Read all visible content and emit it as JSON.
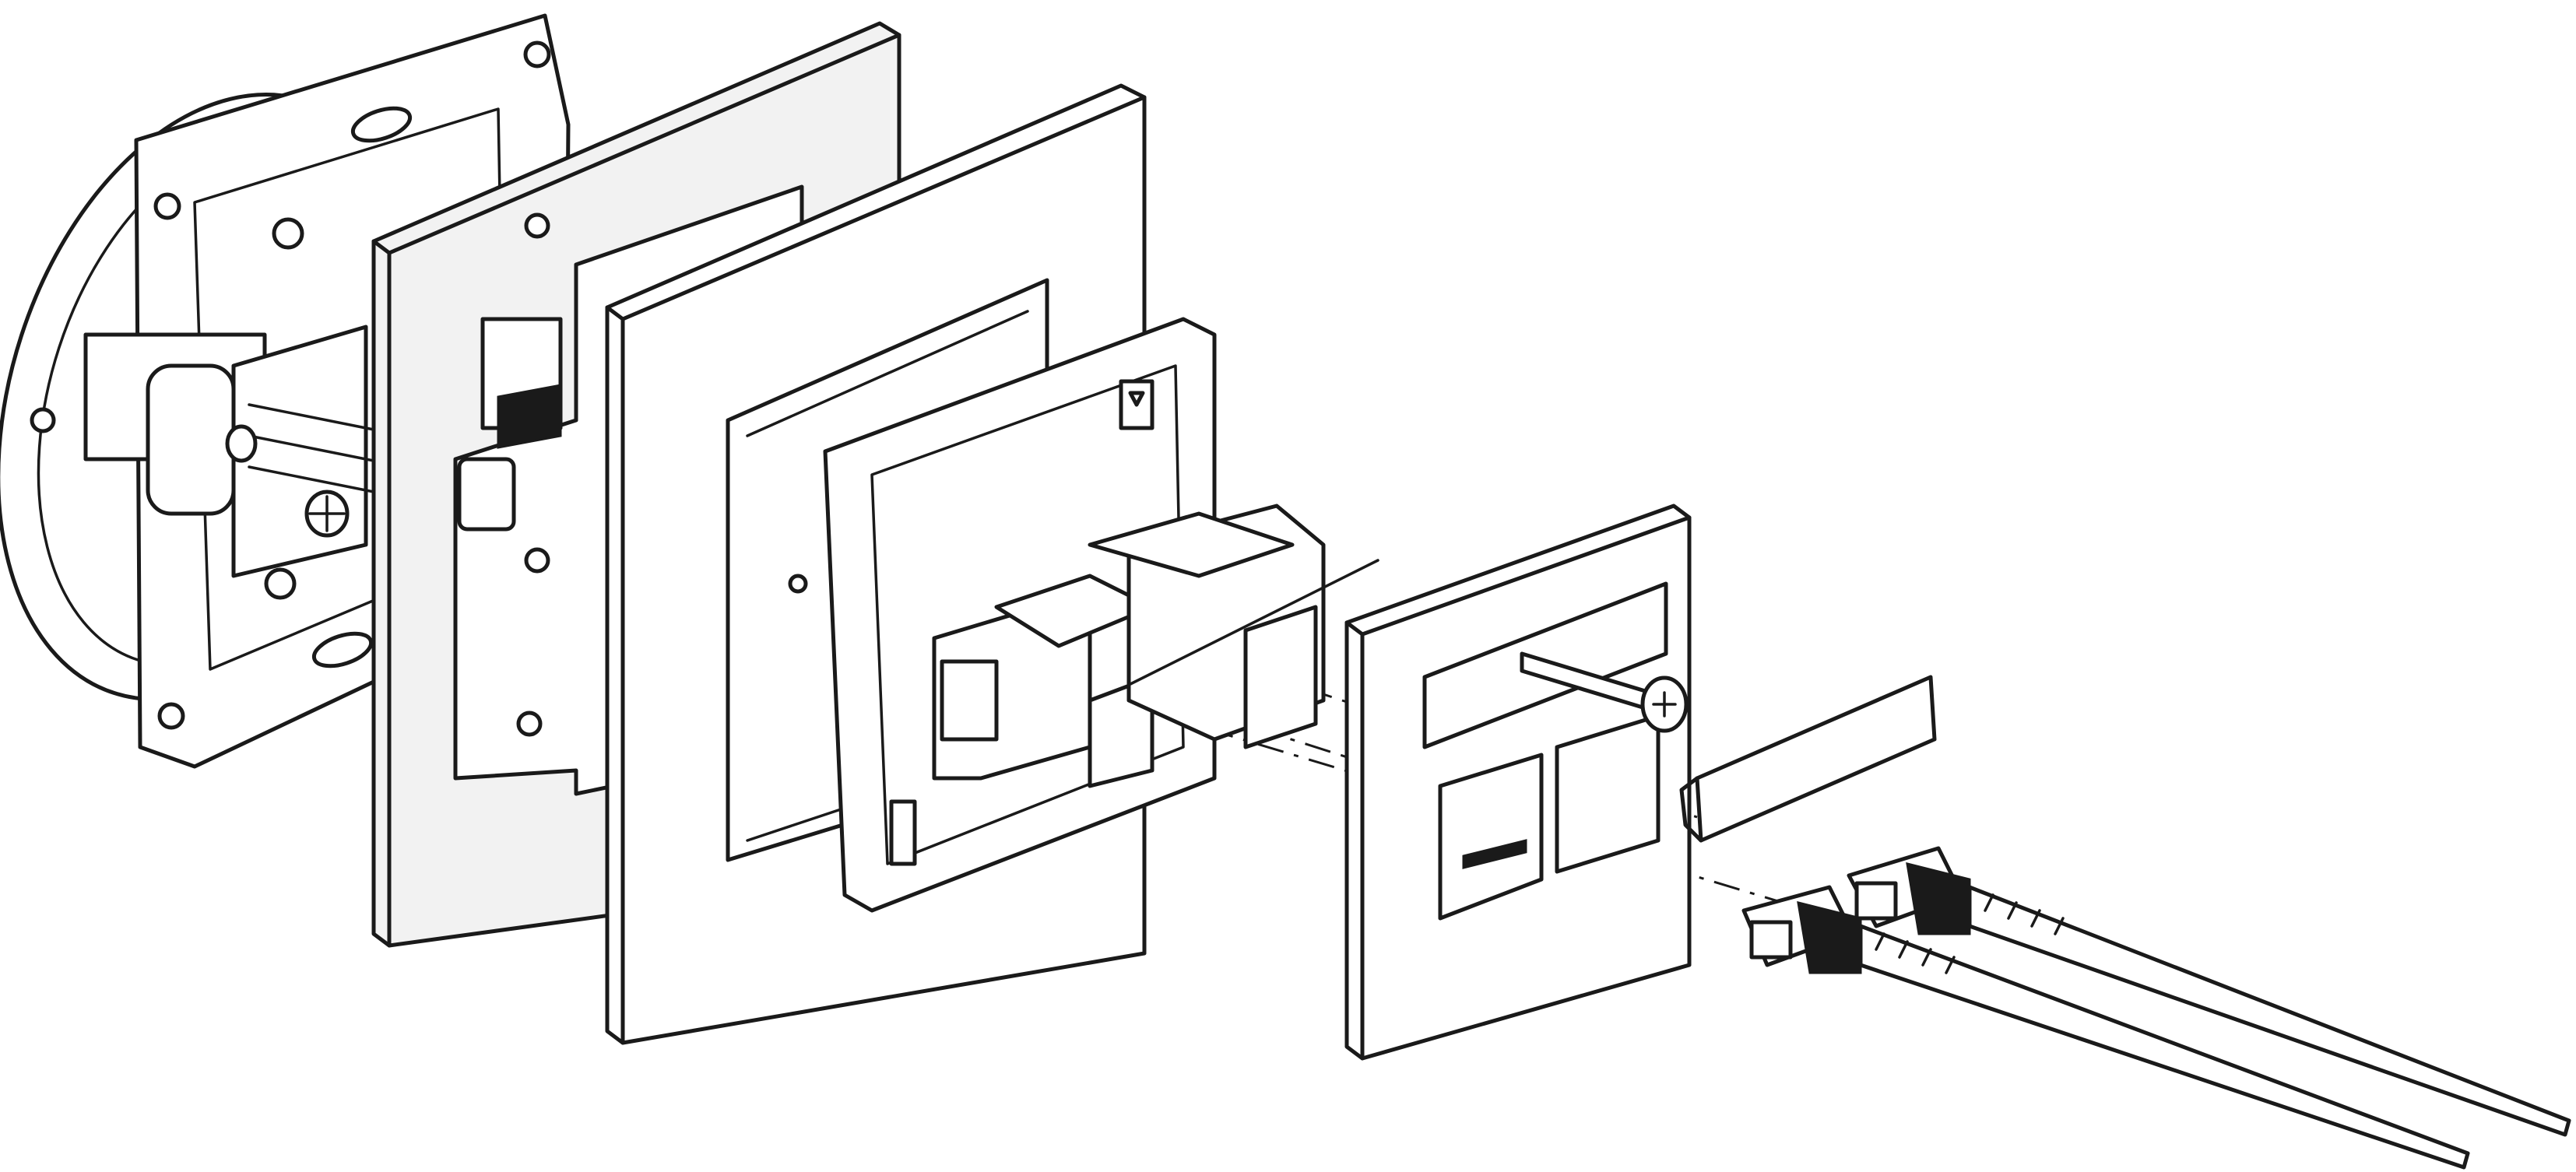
{
  "diagram": {
    "kind": "exploded-assembly-line-drawing",
    "background": "#ffffff",
    "line_color": "#1a1a1a",
    "components": [
      {
        "id": "mounting-box-with-support-ring",
        "icon": "mounting-ring"
      },
      {
        "id": "first-frame-plate",
        "icon": "frame-plate"
      },
      {
        "id": "second-frame-plate",
        "icon": "frame-plate"
      },
      {
        "id": "keystone-carrier-with-modules",
        "icon": "keystone-module"
      },
      {
        "id": "central-cover-plate",
        "icon": "cover-plate"
      },
      {
        "id": "fixing-screw",
        "icon": "screw"
      },
      {
        "id": "label-strip",
        "icon": "label-strip"
      },
      {
        "id": "fiber-connector-upper",
        "icon": "sc-connector"
      },
      {
        "id": "fiber-connector-lower",
        "icon": "sc-connector"
      }
    ]
  }
}
